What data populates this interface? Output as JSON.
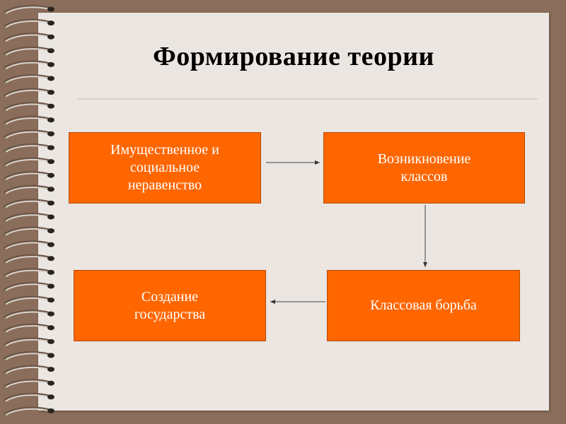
{
  "slide": {
    "title": "Формирование теории"
  },
  "diagram": {
    "nodes": [
      {
        "id": "box1",
        "label": "Имущественное и\nсоциальное\nнеравенство"
      },
      {
        "id": "box2",
        "label": "Возникновение\nклассов"
      },
      {
        "id": "box3",
        "label": "Классовая борьба"
      },
      {
        "id": "box4",
        "label": "Создание\nгосударства"
      }
    ],
    "edges": [
      {
        "from": "box1",
        "to": "box2"
      },
      {
        "from": "box2",
        "to": "box3"
      },
      {
        "from": "box3",
        "to": "box4"
      }
    ]
  },
  "colors": {
    "node_fill": "#ff6600",
    "background": "#8a6d5a",
    "slide": "#ebe6e1"
  }
}
